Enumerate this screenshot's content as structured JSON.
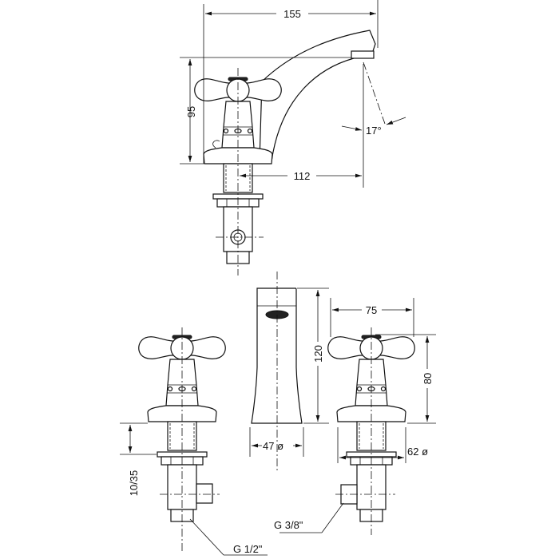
{
  "drawing": {
    "top_view": {
      "width_label": "155",
      "height_label": "95",
      "reach_label": "112",
      "angle_label": "17°"
    },
    "bottom_view": {
      "spout_height_label": "120",
      "handle_width_label": "75",
      "tap_height_label": "80",
      "spout_diameter_label": "47 ø",
      "flange_diameter_label": "62 ø",
      "deck_thickness_label": "10/35",
      "inlet_thread_label": "G 1/2\"",
      "outlet_thread_label": "G 3/8\""
    }
  }
}
